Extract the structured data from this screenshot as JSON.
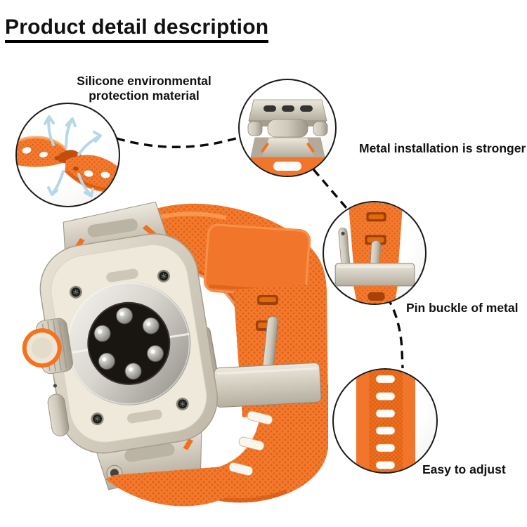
{
  "title": "Product detail description",
  "callouts": {
    "silicone": {
      "line1": "Silicone environmental",
      "line2": "protection material"
    },
    "metal": {
      "label": "Metal installation is stronger"
    },
    "pin": {
      "label": "Pin buckle of metal"
    },
    "adjust": {
      "label": "Easy to adjust"
    }
  },
  "product": {
    "name": "watch-back-with-orange-band-photo",
    "features_shown": [
      "silicone-band-breathability-zoom",
      "metal-connector-zoom",
      "metal-pin-buckle-zoom",
      "adjustment-holes-zoom"
    ]
  },
  "icons": {
    "breathability_arrows": "curved-light-blue-outline-arrows"
  },
  "colors": {
    "band_orange": "#F1752B",
    "band_orange_dark": "#D95C10",
    "band_orange_light": "#FB9B55",
    "titanium_light": "#EFEAE0",
    "titanium_mid": "#C6BFB0",
    "titanium_dark": "#8F887B",
    "sensor_black": "#191511",
    "crown_ring_orange": "#F5731E",
    "arrow_blue": "#B5D8E8",
    "text_black": "#111111",
    "background": "#FFFFFF"
  }
}
